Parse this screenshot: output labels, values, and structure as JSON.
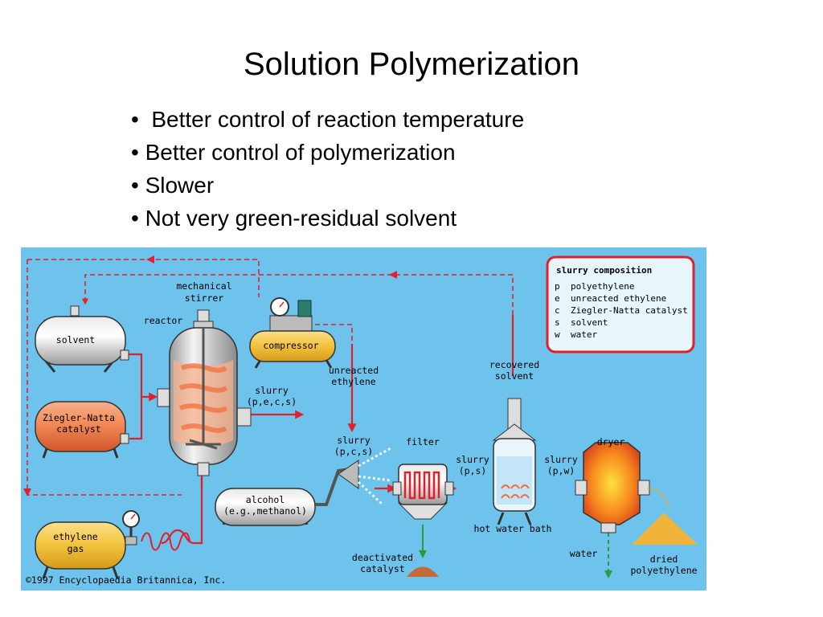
{
  "slide": {
    "title": "Solution Polymerization",
    "bullets": [
      "•  Better control of reaction temperature",
      "• Better control of polymerization",
      "• Slower",
      "• Not very green-residual solvent"
    ]
  },
  "diagram": {
    "labels": {
      "mechanical_stirrer": [
        "mechanical",
        "stirrer"
      ],
      "reactor": "reactor",
      "solvent": "solvent",
      "ziegler_natta_catalyst": [
        "Ziegler-Natta",
        "catalyst"
      ],
      "ethylene_gas": [
        "ethylene",
        "gas"
      ],
      "compressor": "compressor",
      "unreacted_ethylene": [
        "unreacted",
        "ethylene"
      ],
      "slurry_pecs": [
        "slurry",
        "(p,e,c,s)"
      ],
      "slurry_pcs": [
        "slurry",
        "(p,c,s)"
      ],
      "alcohol": [
        "alcohol",
        "(e.g.,methanol)"
      ],
      "filter": "filter",
      "slurry_ps": [
        "slurry",
        "(p,s)"
      ],
      "recovered_solvent": [
        "recovered",
        "solvent"
      ],
      "hot_water_bath": "hot water bath",
      "slurry_pw": [
        "slurry",
        "(p,w)"
      ],
      "dryer": "dryer",
      "deactivated_catalyst": [
        "deactivated",
        "catalyst"
      ],
      "water": "water",
      "dried_polyethylene": [
        "dried",
        "polyethylene"
      ],
      "copyright": "©1997 Encyclopaedia Britannica, Inc."
    },
    "legend": {
      "title": "slurry composition",
      "items": [
        {
          "key": "p",
          "label": "polyethylene"
        },
        {
          "key": "e",
          "label": "unreacted ethylene"
        },
        {
          "key": "c",
          "label": "Ziegler-Natta catalyst"
        },
        {
          "key": "s",
          "label": "solvent"
        },
        {
          "key": "w",
          "label": "water"
        }
      ]
    },
    "colors": {
      "background": "#6ec3ec",
      "flow": "#e0202a",
      "drain": "#2a9a3a",
      "catalyst_tank": "#f08a5a",
      "ethylene_tank": "#f4c542",
      "legend_border": "#e0202a"
    }
  }
}
